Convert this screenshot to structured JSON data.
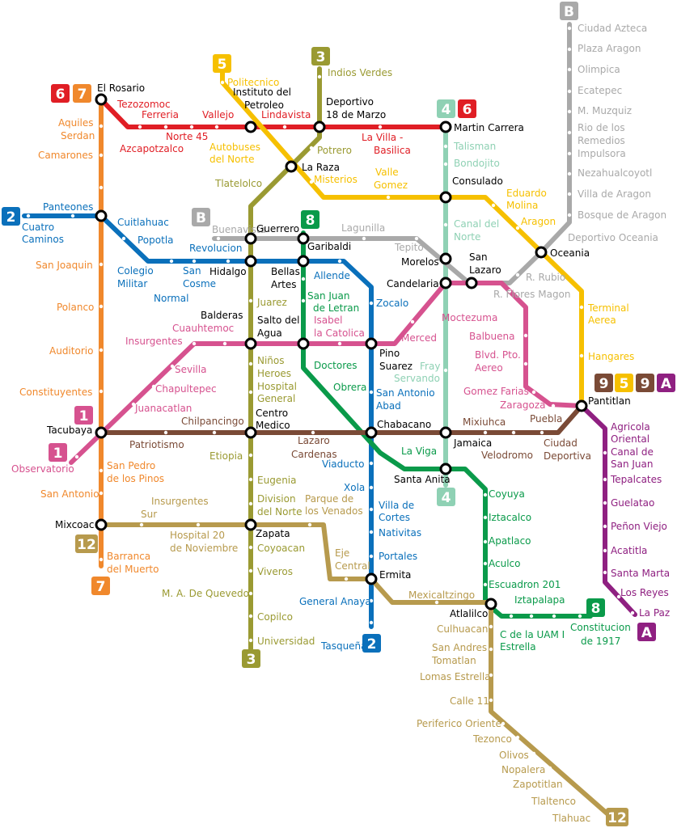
{
  "colors": {
    "l1": "#d6528f",
    "l2": "#0a70bb",
    "l3": "#9a9a32",
    "l4": "#8fd1b4",
    "l5": "#f6c000",
    "l6": "#e01e25",
    "l7": "#f0882c",
    "l8": "#0a9a4a",
    "l9": "#7a4a36",
    "lA": "#8f2081",
    "lB": "#a9a9a9",
    "l12": "#b79a4d",
    "ink": "#000000",
    "white": "#ffffff"
  },
  "badges": [
    {
      "text": "6",
      "color": "l6"
    },
    {
      "text": "7",
      "color": "l7"
    },
    {
      "text": "5",
      "color": "l5"
    },
    {
      "text": "3",
      "color": "l3"
    },
    {
      "text": "B",
      "color": "lB"
    },
    {
      "text": "4",
      "color": "l4"
    },
    {
      "text": "6",
      "color": "l6"
    },
    {
      "text": "2",
      "color": "l2"
    },
    {
      "text": "B",
      "color": "lB"
    },
    {
      "text": "8",
      "color": "l8"
    },
    {
      "text": "1",
      "color": "l1"
    },
    {
      "text": "5",
      "color": "l5"
    },
    {
      "text": "9",
      "color": "l9"
    },
    {
      "text": "A",
      "color": "lA"
    },
    {
      "text": "9",
      "color": "l9"
    },
    {
      "text": "1",
      "color": "l1"
    },
    {
      "text": "12",
      "color": "l12"
    },
    {
      "text": "7",
      "color": "l7"
    },
    {
      "text": "4",
      "color": "l4"
    },
    {
      "text": "2",
      "color": "l2"
    },
    {
      "text": "3",
      "color": "l3"
    },
    {
      "text": "8",
      "color": "l8"
    },
    {
      "text": "A",
      "color": "lA"
    },
    {
      "text": "12",
      "color": "l12"
    }
  ],
  "labels": [
    {
      "text": "El Rosario",
      "color": "ink"
    },
    {
      "text": "Tezozomoc",
      "color": "l6"
    },
    {
      "text": "Ferreria",
      "color": "l6"
    },
    {
      "text": "Norte 45",
      "color": "l6"
    },
    {
      "text": "Vallejo",
      "color": "l6"
    },
    {
      "text": "Azcapotzalco",
      "color": "l6"
    },
    {
      "text": "Lindavista",
      "color": "l6"
    },
    {
      "text": "La Villa -",
      "color": "l6"
    },
    {
      "text": "Basilica",
      "color": "l6"
    },
    {
      "text": "Instituto del",
      "color": "ink"
    },
    {
      "text": "Petroleo",
      "color": "ink"
    },
    {
      "text": "Deportivo",
      "color": "ink"
    },
    {
      "text": "18 de Marzo",
      "color": "ink"
    },
    {
      "text": "Martin Carrera",
      "color": "ink"
    },
    {
      "text": "Politecnico",
      "color": "l5"
    },
    {
      "text": "Autobuses",
      "color": "l5"
    },
    {
      "text": "del Norte",
      "color": "l5"
    },
    {
      "text": "Misterios",
      "color": "l5"
    },
    {
      "text": "Valle",
      "color": "l5"
    },
    {
      "text": "Gomez",
      "color": "l5"
    },
    {
      "text": "Eduardo",
      "color": "l5"
    },
    {
      "text": "Molina",
      "color": "l5"
    },
    {
      "text": "Aragon",
      "color": "l5"
    },
    {
      "text": "Terminal",
      "color": "l5"
    },
    {
      "text": "Aerea",
      "color": "l5"
    },
    {
      "text": "Hangares",
      "color": "l5"
    },
    {
      "text": "Indios Verdes",
      "color": "l3"
    },
    {
      "text": "Potrero",
      "color": "l3"
    },
    {
      "text": "Tlatelolco",
      "color": "l3"
    },
    {
      "text": "Juarez",
      "color": "l3"
    },
    {
      "text": "Niños",
      "color": "l3"
    },
    {
      "text": "Heroes",
      "color": "l3"
    },
    {
      "text": "Hospital",
      "color": "l3"
    },
    {
      "text": "General",
      "color": "l3"
    },
    {
      "text": "Etiopia",
      "color": "l3"
    },
    {
      "text": "Eugenia",
      "color": "l3"
    },
    {
      "text": "Division",
      "color": "l3"
    },
    {
      "text": "del Norte",
      "color": "l3"
    },
    {
      "text": "Coyoacan",
      "color": "l3"
    },
    {
      "text": "Viveros",
      "color": "l3"
    },
    {
      "text": "M. A. De Quevedo",
      "color": "l3"
    },
    {
      "text": "Copilco",
      "color": "l3"
    },
    {
      "text": "Universidad",
      "color": "l3"
    },
    {
      "text": "La Raza",
      "color": "ink"
    },
    {
      "text": "Consulado",
      "color": "ink"
    },
    {
      "text": "Talisman",
      "color": "l4"
    },
    {
      "text": "Bondojito",
      "color": "l4"
    },
    {
      "text": "Canal del",
      "color": "l4"
    },
    {
      "text": "Norte",
      "color": "l4"
    },
    {
      "text": "Fray",
      "color": "l4"
    },
    {
      "text": "Servando",
      "color": "l4"
    },
    {
      "text": "Ciudad Azteca",
      "color": "lB"
    },
    {
      "text": "Plaza Aragon",
      "color": "lB"
    },
    {
      "text": "Olimpica",
      "color": "lB"
    },
    {
      "text": "Ecatepec",
      "color": "lB"
    },
    {
      "text": "M. Muzquiz",
      "color": "lB"
    },
    {
      "text": "Rio de los",
      "color": "lB"
    },
    {
      "text": "Remedios",
      "color": "lB"
    },
    {
      "text": "Impulsora",
      "color": "lB"
    },
    {
      "text": "Nezahualcoyotl",
      "color": "lB"
    },
    {
      "text": "Villa de Aragon",
      "color": "lB"
    },
    {
      "text": "Bosque de Aragon",
      "color": "lB"
    },
    {
      "text": "Deportivo Oceania",
      "color": "lB"
    },
    {
      "text": "Oceania",
      "color": "ink"
    },
    {
      "text": "R. Rubio",
      "color": "lB"
    },
    {
      "text": "R. Flores Magon",
      "color": "lB"
    },
    {
      "text": "Buenavista",
      "color": "lB"
    },
    {
      "text": "Lagunilla",
      "color": "lB"
    },
    {
      "text": "Tepito",
      "color": "lB"
    },
    {
      "text": "Guerrero",
      "color": "ink"
    },
    {
      "text": "Garibaldi",
      "color": "ink"
    },
    {
      "text": "Morelos",
      "color": "ink"
    },
    {
      "text": "San",
      "color": "ink"
    },
    {
      "text": "Lazaro",
      "color": "ink"
    },
    {
      "text": "Candelaria",
      "color": "ink"
    },
    {
      "text": "Aquiles",
      "color": "l7"
    },
    {
      "text": "Serdan",
      "color": "l7"
    },
    {
      "text": "Camarones",
      "color": "l7"
    },
    {
      "text": "San Joaquin",
      "color": "l7"
    },
    {
      "text": "Polanco",
      "color": "l7"
    },
    {
      "text": "Auditorio",
      "color": "l7"
    },
    {
      "text": "Constituyentes",
      "color": "l7"
    },
    {
      "text": "San Pedro",
      "color": "l7"
    },
    {
      "text": "de los Pinos",
      "color": "l7"
    },
    {
      "text": "San Antonio",
      "color": "l7"
    },
    {
      "text": "Barranca",
      "color": "l7"
    },
    {
      "text": "del Muerto",
      "color": "l7"
    },
    {
      "text": "Panteones",
      "color": "l2"
    },
    {
      "text": "Cuatro",
      "color": "l2"
    },
    {
      "text": "Caminos",
      "color": "l2"
    },
    {
      "text": "Cuitlahuac",
      "color": "l2"
    },
    {
      "text": "Popotla",
      "color": "l2"
    },
    {
      "text": "Colegio",
      "color": "l2"
    },
    {
      "text": "Militar",
      "color": "l2"
    },
    {
      "text": "Normal",
      "color": "l2"
    },
    {
      "text": "San",
      "color": "l2"
    },
    {
      "text": "Cosme",
      "color": "l2"
    },
    {
      "text": "Revolucion",
      "color": "l2"
    },
    {
      "text": "Hidalgo",
      "color": "ink"
    },
    {
      "text": "Bellas",
      "color": "ink"
    },
    {
      "text": "Artes",
      "color": "ink"
    },
    {
      "text": "Allende",
      "color": "l2"
    },
    {
      "text": "Zocalo",
      "color": "l2"
    },
    {
      "text": "Pino",
      "color": "ink"
    },
    {
      "text": "Suarez",
      "color": "ink"
    },
    {
      "text": "San Antonio",
      "color": "l2"
    },
    {
      "text": "Abad",
      "color": "l2"
    },
    {
      "text": "Chabacano",
      "color": "ink"
    },
    {
      "text": "Viaducto",
      "color": "l2"
    },
    {
      "text": "Xola",
      "color": "l2"
    },
    {
      "text": "Villa de",
      "color": "l2"
    },
    {
      "text": "Cortes",
      "color": "l2"
    },
    {
      "text": "Nativitas",
      "color": "l2"
    },
    {
      "text": "Portales",
      "color": "l2"
    },
    {
      "text": "Ermita",
      "color": "ink"
    },
    {
      "text": "General Anaya",
      "color": "l2"
    },
    {
      "text": "Tasqueña",
      "color": "l2"
    },
    {
      "text": "San Juan",
      "color": "l8"
    },
    {
      "text": "de Letran",
      "color": "l8"
    },
    {
      "text": "Doctores",
      "color": "l8"
    },
    {
      "text": "Obrera",
      "color": "l8"
    },
    {
      "text": "La Viga",
      "color": "l8"
    },
    {
      "text": "Santa Anita",
      "color": "ink"
    },
    {
      "text": "Coyuya",
      "color": "l8"
    },
    {
      "text": "Iztacalco",
      "color": "l8"
    },
    {
      "text": "Apatlaco",
      "color": "l8"
    },
    {
      "text": "Aculco",
      "color": "l8"
    },
    {
      "text": "Escuadron 201",
      "color": "l8"
    },
    {
      "text": "Atlalilco",
      "color": "ink"
    },
    {
      "text": "Iztapalapa",
      "color": "l8"
    },
    {
      "text": "C de la UAM  I",
      "color": "l8"
    },
    {
      "text": "Estrella",
      "color": "l8"
    },
    {
      "text": "Constitucion",
      "color": "l8"
    },
    {
      "text": "de 1917",
      "color": "l8"
    },
    {
      "text": "Balderas",
      "color": "ink"
    },
    {
      "text": "Salto del",
      "color": "ink"
    },
    {
      "text": "Agua",
      "color": "ink"
    },
    {
      "text": "Cuauhtemoc",
      "color": "l1"
    },
    {
      "text": "Insurgentes",
      "color": "l1"
    },
    {
      "text": "Sevilla",
      "color": "l1"
    },
    {
      "text": "Chapultepec",
      "color": "l1"
    },
    {
      "text": "Juanacatlan",
      "color": "l1"
    },
    {
      "text": "Observatorio",
      "color": "l1"
    },
    {
      "text": "Isabel",
      "color": "l1"
    },
    {
      "text": "la Catolica",
      "color": "l1"
    },
    {
      "text": "Merced",
      "color": "l1"
    },
    {
      "text": "Moctezuma",
      "color": "l1"
    },
    {
      "text": "Balbuena",
      "color": "l1"
    },
    {
      "text": "Blvd. Pto.",
      "color": "l1"
    },
    {
      "text": "Aereo",
      "color": "l1"
    },
    {
      "text": "Gomez Farias",
      "color": "l1"
    },
    {
      "text": "Zaragoza",
      "color": "l1"
    },
    {
      "text": "Pantitlan",
      "color": "ink"
    },
    {
      "text": "Tacubaya",
      "color": "ink"
    },
    {
      "text": "Patriotismo",
      "color": "l9"
    },
    {
      "text": "Chilpancingo",
      "color": "l9"
    },
    {
      "text": "Centro",
      "color": "ink"
    },
    {
      "text": "Medico",
      "color": "ink"
    },
    {
      "text": "Lazaro",
      "color": "l9"
    },
    {
      "text": "Cardenas",
      "color": "l9"
    },
    {
      "text": "Jamaica",
      "color": "ink"
    },
    {
      "text": "Mixiuhca",
      "color": "l9"
    },
    {
      "text": "Velodromo",
      "color": "l9"
    },
    {
      "text": "Ciudad",
      "color": "l9"
    },
    {
      "text": "Deportiva",
      "color": "l9"
    },
    {
      "text": "Puebla",
      "color": "l9"
    },
    {
      "text": "Agricola",
      "color": "lA"
    },
    {
      "text": "Oriental",
      "color": "lA"
    },
    {
      "text": "Canal de",
      "color": "lA"
    },
    {
      "text": "San Juan",
      "color": "lA"
    },
    {
      "text": "Tepalcates",
      "color": "lA"
    },
    {
      "text": "Guelatao",
      "color": "lA"
    },
    {
      "text": "Peñon Viejo",
      "color": "lA"
    },
    {
      "text": "Acatitla",
      "color": "lA"
    },
    {
      "text": "Santa Marta",
      "color": "lA"
    },
    {
      "text": "Los Reyes",
      "color": "lA"
    },
    {
      "text": "La Paz",
      "color": "lA"
    },
    {
      "text": "Mixcoac",
      "color": "ink"
    },
    {
      "text": "Insurgentes",
      "color": "l12"
    },
    {
      "text": "Sur",
      "color": "l12"
    },
    {
      "text": "Hospital 20",
      "color": "l12"
    },
    {
      "text": "de Noviembre",
      "color": "l12"
    },
    {
      "text": "Zapata",
      "color": "ink"
    },
    {
      "text": "Parque de",
      "color": "l12"
    },
    {
      "text": "los Venados",
      "color": "l12"
    },
    {
      "text": "Eje",
      "color": "l12"
    },
    {
      "text": "Central",
      "color": "l12"
    },
    {
      "text": "Mexicaltzingo",
      "color": "l12"
    },
    {
      "text": "Culhuacan",
      "color": "l12"
    },
    {
      "text": "San Andres",
      "color": "l12"
    },
    {
      "text": "Tomatlan",
      "color": "l12"
    },
    {
      "text": "Lomas Estrella",
      "color": "l12"
    },
    {
      "text": "Calle 11",
      "color": "l12"
    },
    {
      "text": "Periferico Oriente",
      "color": "l12"
    },
    {
      "text": "Tezonco",
      "color": "l12"
    },
    {
      "text": "Olivos",
      "color": "l12"
    },
    {
      "text": "Nopalera",
      "color": "l12"
    },
    {
      "text": "Zapotitlan",
      "color": "l12"
    },
    {
      "text": "Tlaltenco",
      "color": "l12"
    },
    {
      "text": "Tlahuac",
      "color": "l12"
    }
  ]
}
